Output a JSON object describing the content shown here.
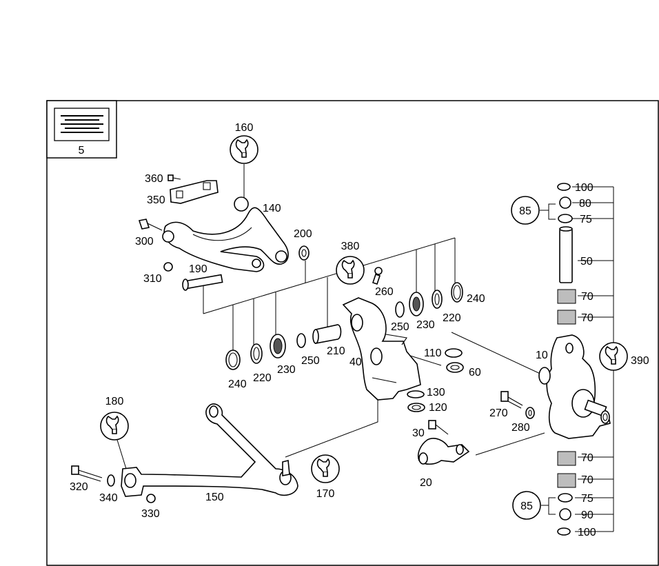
{
  "group_badge": {
    "number": "5"
  },
  "torque_badges": [
    {
      "id": "160",
      "label": "160"
    },
    {
      "id": "380",
      "label": "380"
    },
    {
      "id": "180",
      "label": "180"
    },
    {
      "id": "170",
      "label": "170"
    },
    {
      "id": "390",
      "label": "390"
    }
  ],
  "circle_badges": [
    {
      "id": "85-top",
      "label": "85"
    },
    {
      "id": "85-bottom",
      "label": "85"
    }
  ],
  "callouts": [
    {
      "id": "360",
      "label": "360"
    },
    {
      "id": "350",
      "label": "350"
    },
    {
      "id": "140",
      "label": "140"
    },
    {
      "id": "300",
      "label": "300"
    },
    {
      "id": "310",
      "label": "310"
    },
    {
      "id": "190",
      "label": "190"
    },
    {
      "id": "200",
      "label": "200"
    },
    {
      "id": "260",
      "label": "260"
    },
    {
      "id": "240a",
      "label": "240"
    },
    {
      "id": "220a",
      "label": "220"
    },
    {
      "id": "230a",
      "label": "230"
    },
    {
      "id": "250a",
      "label": "250"
    },
    {
      "id": "210",
      "label": "210"
    },
    {
      "id": "40",
      "label": "40"
    },
    {
      "id": "250b",
      "label": "250"
    },
    {
      "id": "230b",
      "label": "230"
    },
    {
      "id": "220b",
      "label": "220"
    },
    {
      "id": "240b",
      "label": "240"
    },
    {
      "id": "110",
      "label": "110"
    },
    {
      "id": "60",
      "label": "60"
    },
    {
      "id": "130",
      "label": "130"
    },
    {
      "id": "120",
      "label": "120"
    },
    {
      "id": "10",
      "label": "10"
    },
    {
      "id": "270",
      "label": "270"
    },
    {
      "id": "280",
      "label": "280"
    },
    {
      "id": "30",
      "label": "30"
    },
    {
      "id": "20",
      "label": "20"
    },
    {
      "id": "320",
      "label": "320"
    },
    {
      "id": "340",
      "label": "340"
    },
    {
      "id": "330",
      "label": "330"
    },
    {
      "id": "150",
      "label": "150"
    },
    {
      "id": "100a",
      "label": "100"
    },
    {
      "id": "80",
      "label": "80"
    },
    {
      "id": "75a",
      "label": "75"
    },
    {
      "id": "50",
      "label": "50"
    },
    {
      "id": "70a",
      "label": "70"
    },
    {
      "id": "70b",
      "label": "70"
    },
    {
      "id": "70c",
      "label": "70"
    },
    {
      "id": "70d",
      "label": "70"
    },
    {
      "id": "75b",
      "label": "75"
    },
    {
      "id": "90",
      "label": "90"
    },
    {
      "id": "100b",
      "label": "100"
    }
  ]
}
